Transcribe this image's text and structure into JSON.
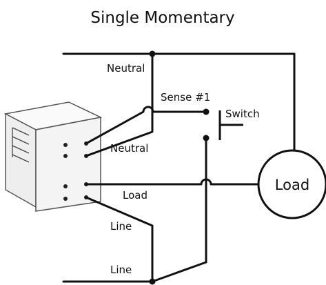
{
  "title": "Single Momentary",
  "labels": {
    "neutral_top": "Neutral",
    "sense": "Sense #1",
    "switch": "Switch",
    "neutral_module": "Neutral",
    "load_wire": "Load",
    "line_upper": "Line",
    "line_bottom": "Line",
    "load_circle": "Load"
  },
  "colors": {
    "wire": "#111111",
    "module_fill": "#f7f7f7",
    "module_edge": "#444444"
  }
}
